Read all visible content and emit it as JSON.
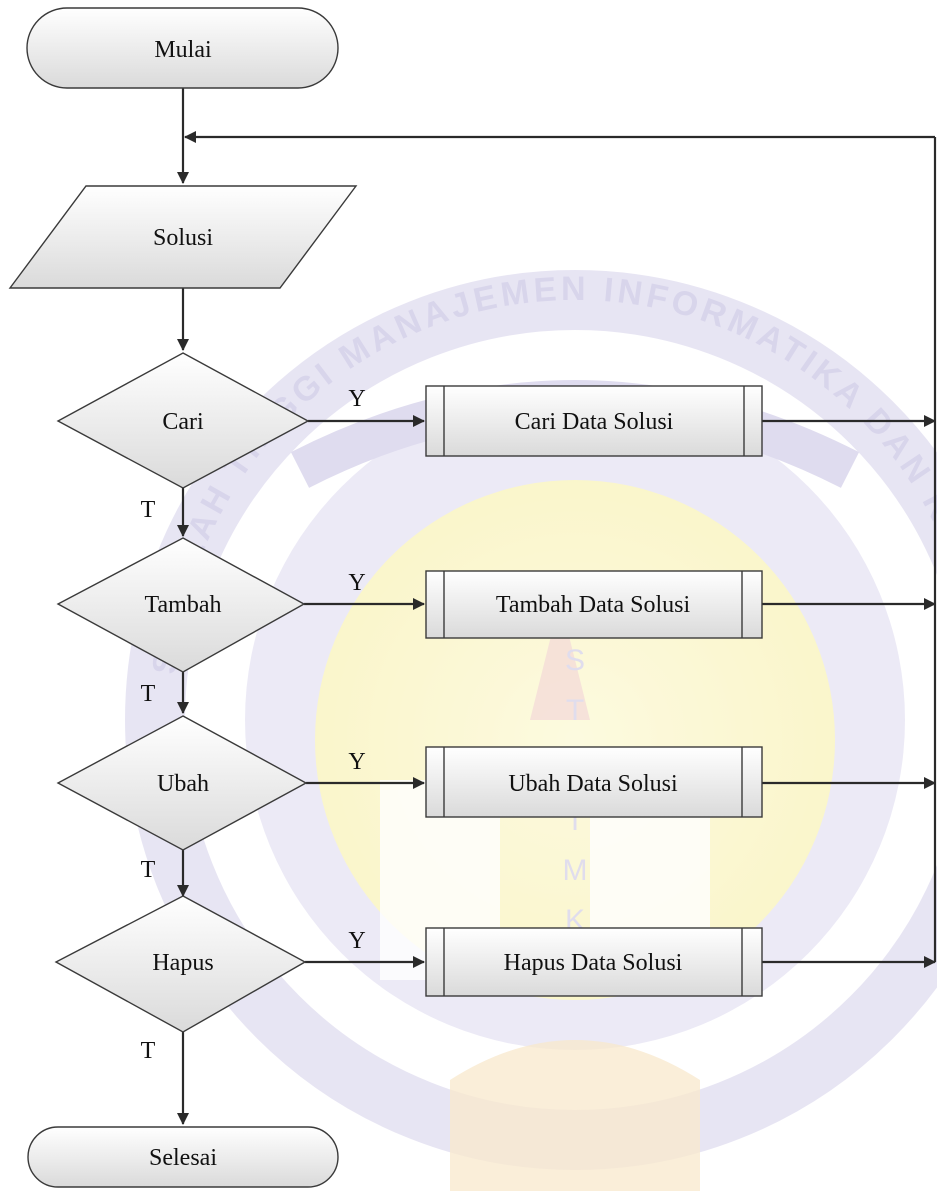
{
  "nodes": {
    "start": "Mulai",
    "input": "Solusi",
    "decision_cari": "Cari",
    "decision_tambah": "Tambah",
    "decision_ubah": "Ubah",
    "decision_hapus": "Hapus",
    "process_cari": "Cari Data Solusi",
    "process_tambah": "Tambah Data Solusi",
    "process_ubah": "Ubah Data Solusi",
    "process_hapus": "Hapus Data Solusi",
    "end": "Selesai"
  },
  "edge_labels": {
    "yes": "Y",
    "no": "T"
  },
  "watermark": {
    "logo_letters": [
      "S",
      "T",
      "M",
      "I",
      "K"
    ],
    "ring_text": "SEKOLAH TINGGI MANAJEMEN INFORMATIKA DAN KOMPUTER"
  },
  "colors": {
    "shape_fill_light": "#ffffff",
    "shape_fill_dark": "#dcdcdc",
    "stroke": "#2a2a2a",
    "watermark_blue": "#c9c4e3",
    "watermark_yellow": "#f9f4b8"
  }
}
